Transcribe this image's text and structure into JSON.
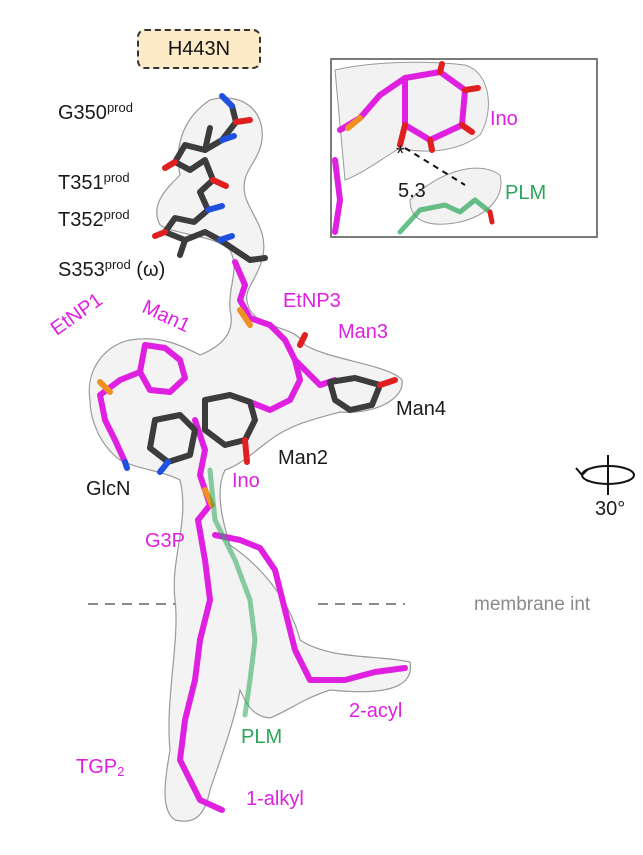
{
  "mutation_tag": "H443N",
  "residues": {
    "g350": {
      "base": "G350",
      "sup": "prod"
    },
    "t351": {
      "base": "T351",
      "sup": "prod"
    },
    "t352": {
      "base": "T352",
      "sup": "prod"
    },
    "s353": {
      "base": "S353",
      "sup": "prod",
      "suffix": " (ω)"
    }
  },
  "glycan_labels": {
    "etnp1": "EtNP1",
    "man1": "Man1",
    "etnp3": "EtNP3",
    "man3": "Man3",
    "man4": "Man4",
    "man2": "Man2",
    "glcn": "GlcN",
    "ino": "Ino",
    "g3p": "G3P"
  },
  "lipid_labels": {
    "plm": "PLM",
    "acyl2": "2-acyl",
    "tgp_base": "TGP",
    "tgp_sub": "2",
    "alkyl1": "1-alkyl"
  },
  "membrane_label": "membrane int",
  "rotation_label": "30°",
  "inset": {
    "ino": "Ino",
    "plm": "PLM",
    "distance": "5.3",
    "star": "*"
  },
  "colors": {
    "residue_text": "#1a1a1a",
    "glycan_magenta": "#e020e0",
    "lipid_green": "#2aa55a",
    "carbon_gray": "#3c3c3c",
    "oxygen_red": "#e02020",
    "phosphorus_orange": "#f09020",
    "nitrogen_blue": "#2050e0",
    "tag_fill": "#fdebc8"
  }
}
